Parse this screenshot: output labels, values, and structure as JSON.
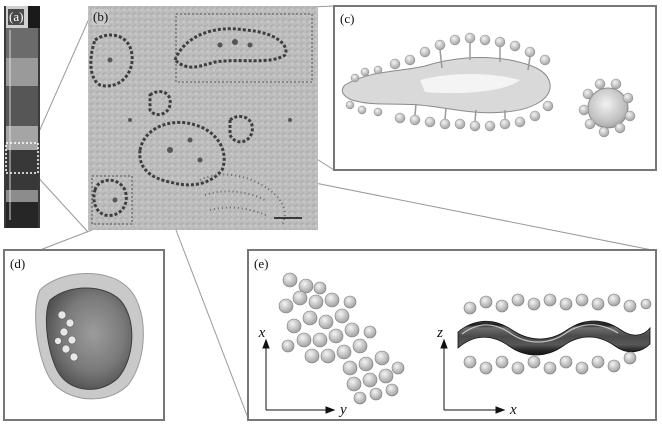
{
  "figure": {
    "panels": [
      {
        "id": "a",
        "label": "(a)"
      },
      {
        "id": "b",
        "label": "(b)"
      },
      {
        "id": "c",
        "label": "(c)"
      },
      {
        "id": "d",
        "label": "(d)"
      },
      {
        "id": "e",
        "label": "(e)"
      }
    ],
    "panel_e_axes": {
      "left": {
        "vertical": "x",
        "horizontal": "y"
      },
      "right": {
        "vertical": "z",
        "horizontal": "x"
      }
    }
  },
  "colors": {
    "frame": "#777777",
    "connector": "#9a9a9a",
    "tomogram_bg": "#b9b9b9",
    "tube_dark": "#2b2b2b",
    "surface": "#cfcfcf"
  }
}
